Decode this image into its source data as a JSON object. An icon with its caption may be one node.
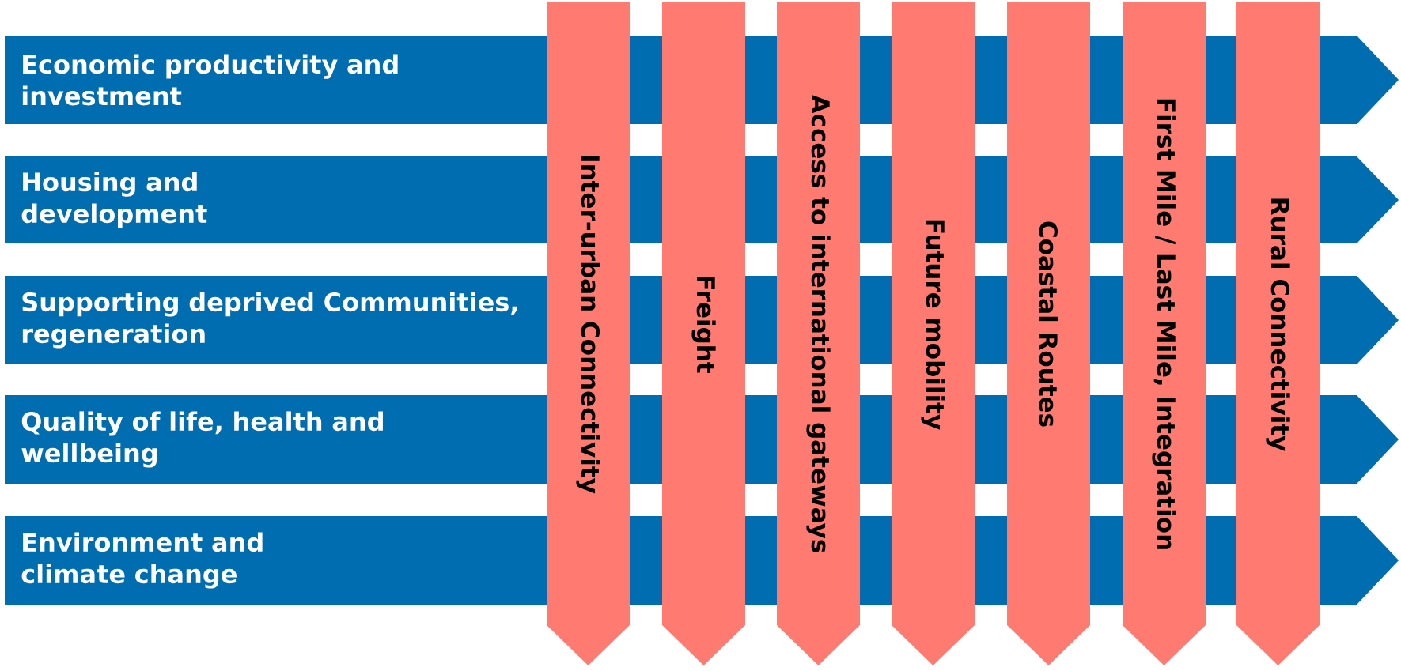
{
  "diagram": {
    "nodes": [
      {
        "text": [
          "Economic productivity and investment"
        ]
      },
      {
        "text": [
          "Housing and development"
        ]
      },
      {
        "text": [
          "Supporting deprived Communities, regeneration"
        ]
      },
      {
        "text": [
          "Quality of life, health and wellbeing"
        ]
      },
      {
        "text": [
          "Environment and climate change"
        ]
      },
      {
        "text": [
          "Inter-urban Connectivity"
        ]
      },
      {
        "text": [
          "Freight"
        ]
      },
      {
        "text": [
          "Access to international gateways"
        ]
      },
      {
        "text": [
          "Future mobility"
        ]
      },
      {
        "text": [
          "Coastal Routes"
        ]
      },
      {
        "text": [
          "First Mile / Last Mile, Integration"
        ]
      },
      {
        "text": [
          "Rural Connectivity"
        ]
      }
    ]
  }
}
